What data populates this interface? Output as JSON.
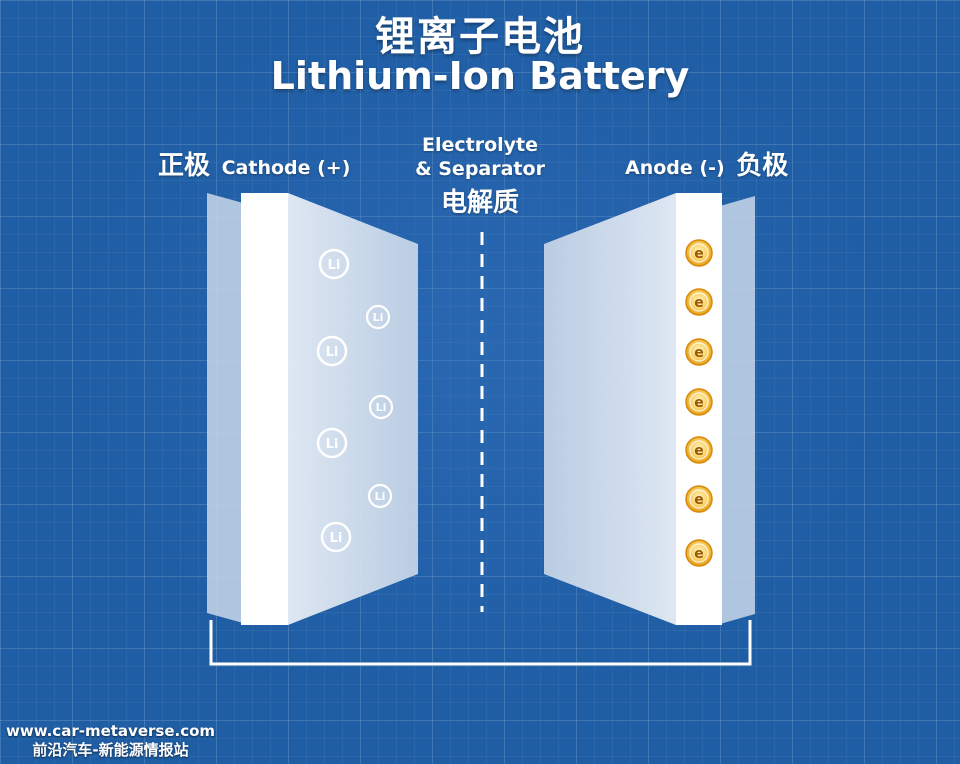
{
  "title": {
    "chinese": "锂离子电池",
    "english": "Lithium-Ion Battery"
  },
  "cathode": {
    "label_cn": "正极",
    "label_en": "Cathode (+)",
    "ion_symbol": "Li",
    "ion_count": 7
  },
  "separator": {
    "label_en_line1": "Electrolyte",
    "label_en_line2": "& Separator",
    "label_cn": "电解质"
  },
  "anode": {
    "label_en": "Anode (-)",
    "label_cn": "负极",
    "electron_symbol": "e",
    "electron_count": 7
  },
  "watermark": {
    "url": "www.car-metaverse.com",
    "name": "前沿汽车-新能源情报站"
  },
  "colors": {
    "background": "#1f5ea5",
    "panel": "#dfe8f3",
    "plate": "#ffffff",
    "electron": "#f2b01e"
  }
}
